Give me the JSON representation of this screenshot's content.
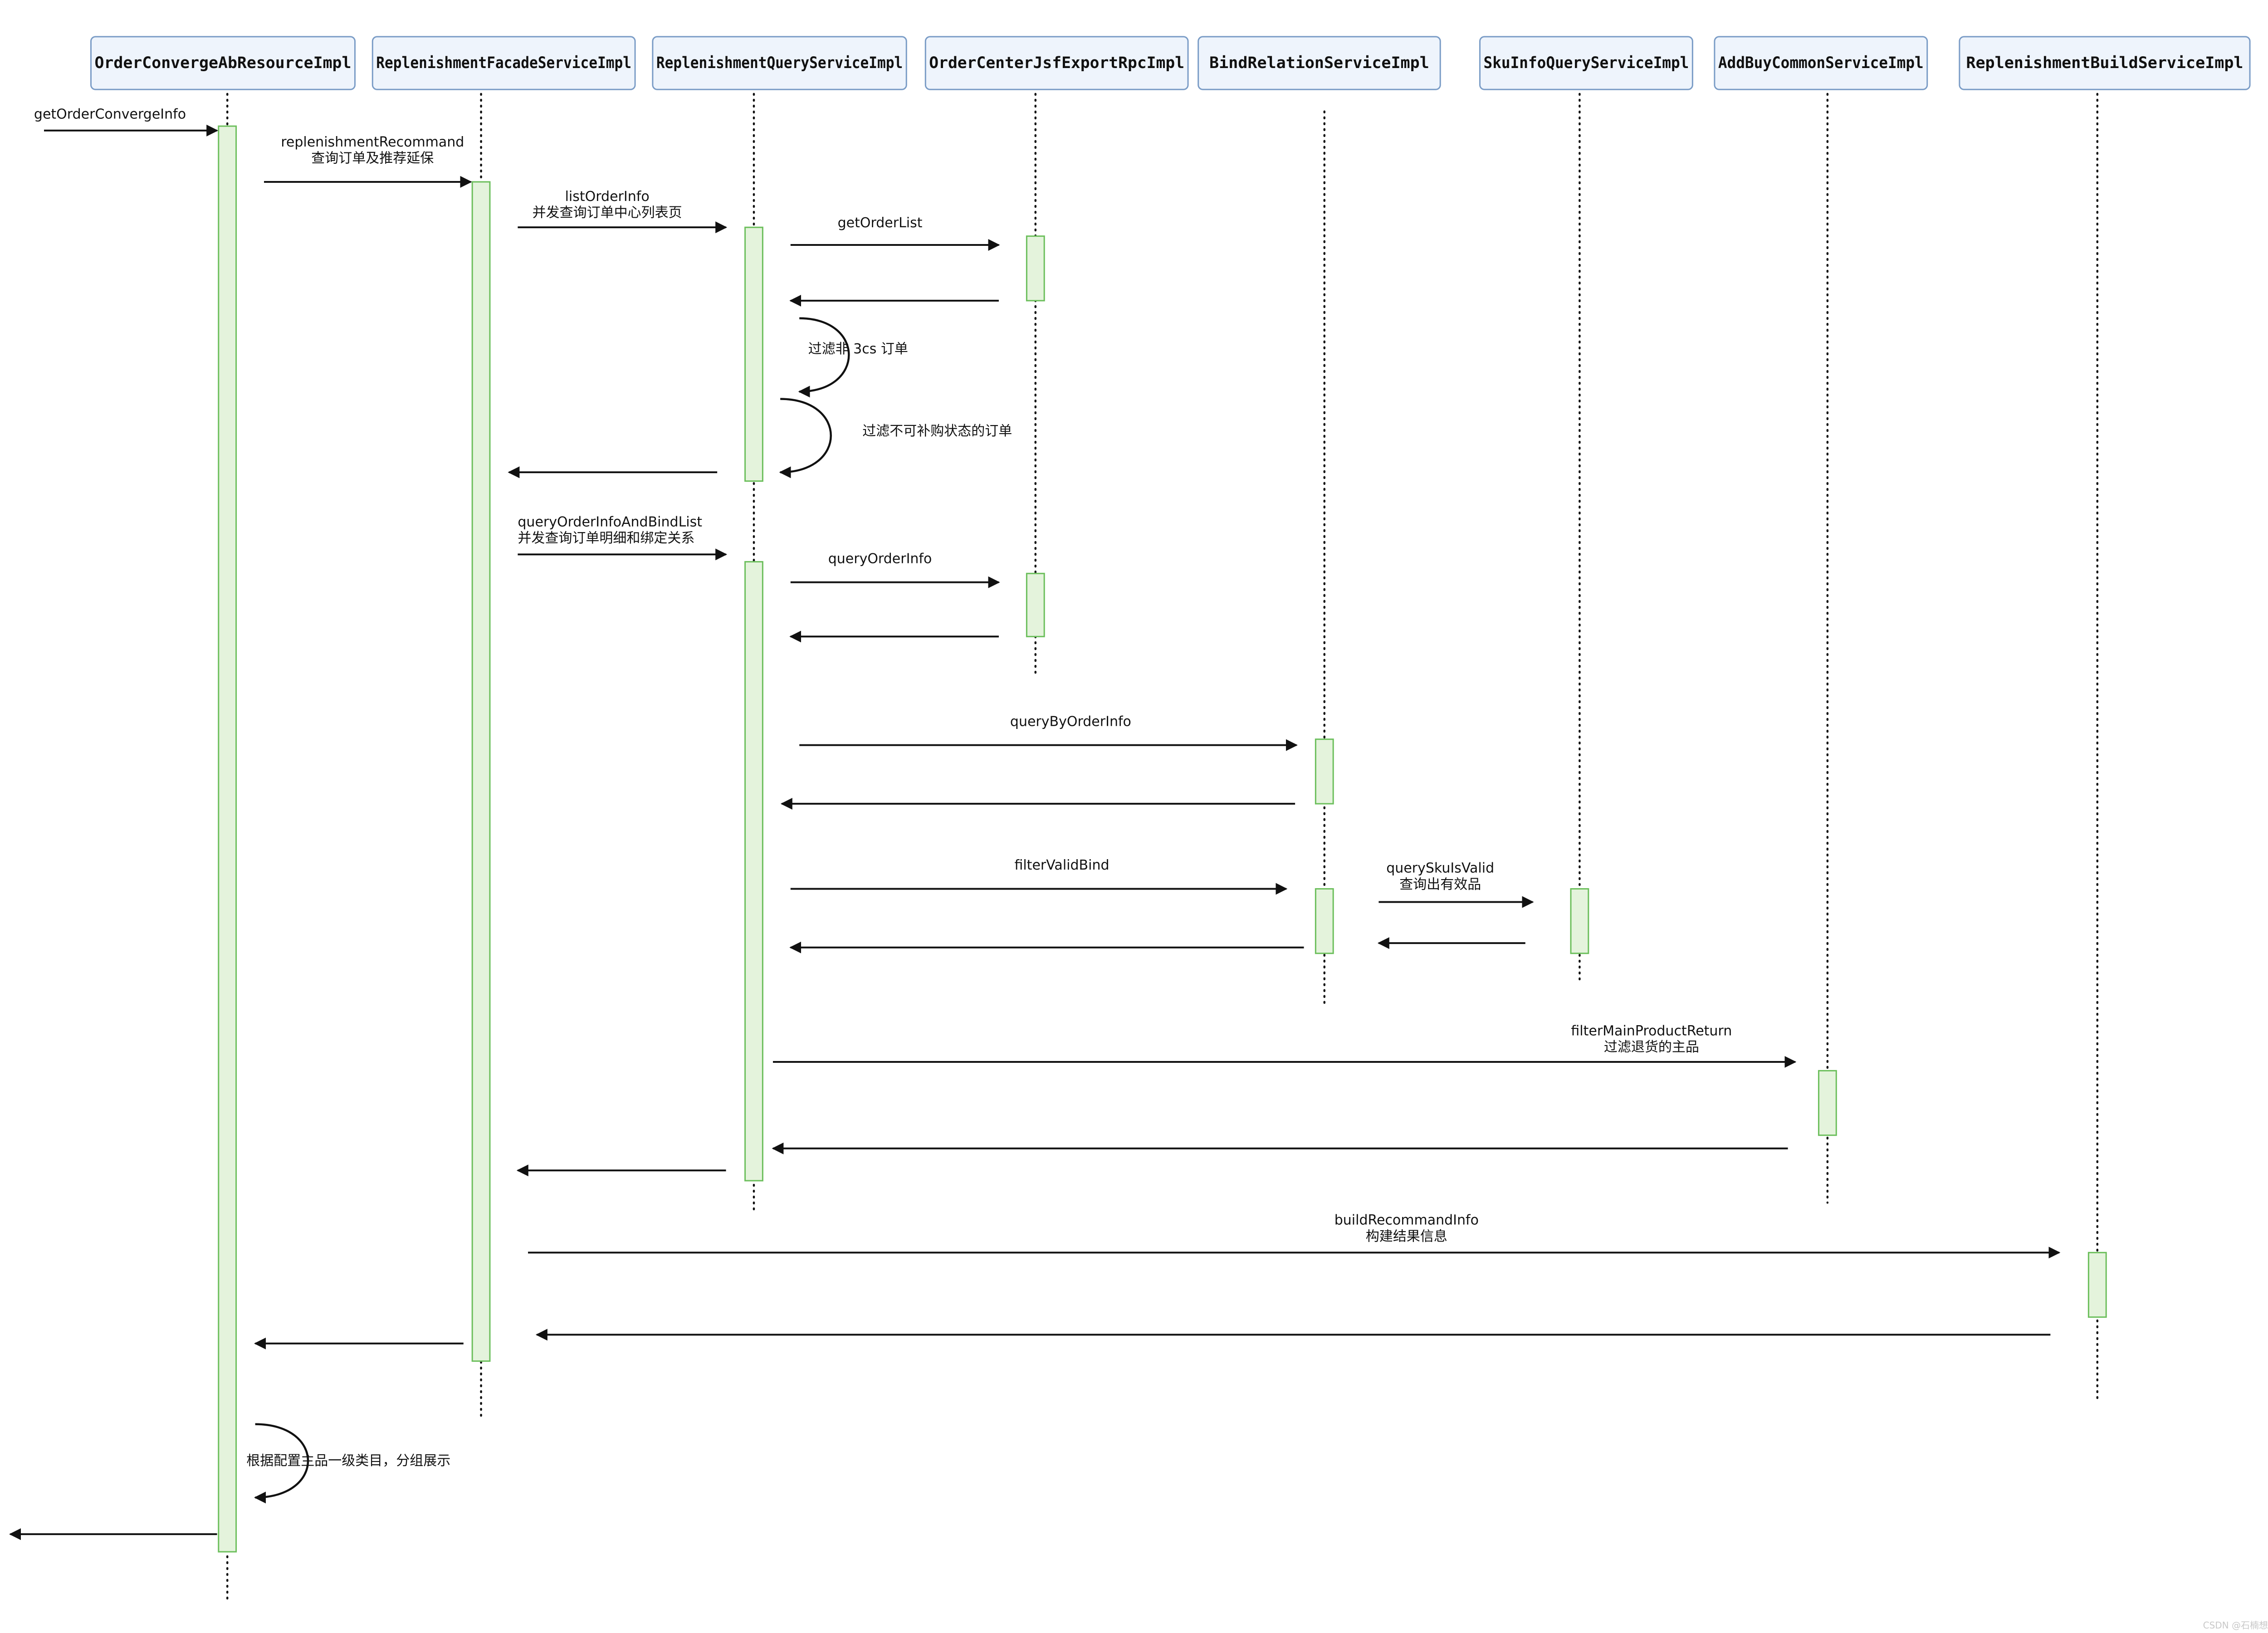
{
  "diagram": {
    "type": "sequence",
    "colors": {
      "header_fill": "#eef4fc",
      "header_stroke": "#7a9cc6",
      "activation_fill": "#e4f3dc",
      "activation_stroke": "#6cbf5c",
      "line": "#111111"
    },
    "participants": [
      {
        "id": "p0",
        "label": "OrderConvergeAbResourceImpl"
      },
      {
        "id": "p1",
        "label": "ReplenishmentFacadeServiceImpl"
      },
      {
        "id": "p2",
        "label": "ReplenishmentQueryServiceImpl"
      },
      {
        "id": "p3",
        "label": "OrderCenterJsfExportRpcImpl"
      },
      {
        "id": "p4",
        "label": "BindRelationServiceImpl"
      },
      {
        "id": "p5",
        "label": "SkuInfoQueryServiceImpl"
      },
      {
        "id": "p6",
        "label": "AddBuyCommonServiceImpl"
      },
      {
        "id": "p7",
        "label": "ReplenishmentBuildServiceImpl"
      }
    ],
    "messages": [
      {
        "id": "m0",
        "from": "external",
        "to": "p0",
        "lines": [
          "getOrderConvergeInfo"
        ]
      },
      {
        "id": "m1",
        "from": "p0",
        "to": "p1",
        "lines": [
          "replenishmentRecommand",
          "查询订单及推荐延保"
        ]
      },
      {
        "id": "m2",
        "from": "p1",
        "to": "p2",
        "lines": [
          "listOrderInfo",
          "并发查询订单中心列表页"
        ]
      },
      {
        "id": "m3",
        "from": "p2",
        "to": "p3",
        "lines": [
          "getOrderList"
        ]
      },
      {
        "id": "m4",
        "from": "p3",
        "to": "p2",
        "lines": []
      },
      {
        "id": "m5",
        "from": "p2",
        "to": "p2",
        "lines": [
          "过滤非 3cs 订单"
        ]
      },
      {
        "id": "m6",
        "from": "p2",
        "to": "p2",
        "lines": [
          "过滤不可补购状态的订单"
        ]
      },
      {
        "id": "m7",
        "from": "p2",
        "to": "p1",
        "lines": []
      },
      {
        "id": "m8",
        "from": "p1",
        "to": "p2",
        "lines": [
          "queryOrderInfoAndBindList",
          "并发查询订单明细和绑定关系"
        ]
      },
      {
        "id": "m9",
        "from": "p2",
        "to": "p3",
        "lines": [
          "queryOrderInfo"
        ]
      },
      {
        "id": "m10",
        "from": "p3",
        "to": "p2",
        "lines": []
      },
      {
        "id": "m11",
        "from": "p2",
        "to": "p4",
        "lines": [
          "queryByOrderInfo"
        ]
      },
      {
        "id": "m12",
        "from": "p4",
        "to": "p2",
        "lines": []
      },
      {
        "id": "m13",
        "from": "p2",
        "to": "p4",
        "lines": [
          "filterValidBind"
        ]
      },
      {
        "id": "m14",
        "from": "p4",
        "to": "p5",
        "lines": [
          "querySkuIsValid",
          "查询出有效品"
        ]
      },
      {
        "id": "m15",
        "from": "p5",
        "to": "p4",
        "lines": []
      },
      {
        "id": "m16",
        "from": "p4",
        "to": "p2",
        "lines": []
      },
      {
        "id": "m17",
        "from": "p2",
        "to": "p6",
        "lines": [
          "filterMainProductReturn",
          "过滤退货的主品"
        ]
      },
      {
        "id": "m18",
        "from": "p6",
        "to": "p2",
        "lines": []
      },
      {
        "id": "m19",
        "from": "p2",
        "to": "p1",
        "lines": []
      },
      {
        "id": "m20",
        "from": "p1",
        "to": "p7",
        "lines": [
          "buildRecommandInfo",
          "构建结果信息"
        ]
      },
      {
        "id": "m21",
        "from": "p7",
        "to": "p1",
        "lines": []
      },
      {
        "id": "m22",
        "from": "p1",
        "to": "p0",
        "lines": []
      },
      {
        "id": "m23",
        "from": "p0",
        "to": "p0",
        "lines": [
          "根据配置主品一级类目，分组展示"
        ]
      },
      {
        "id": "m24",
        "from": "p0",
        "to": "external",
        "lines": []
      }
    ]
  },
  "watermark": "CSDN @石楠想去看罗"
}
